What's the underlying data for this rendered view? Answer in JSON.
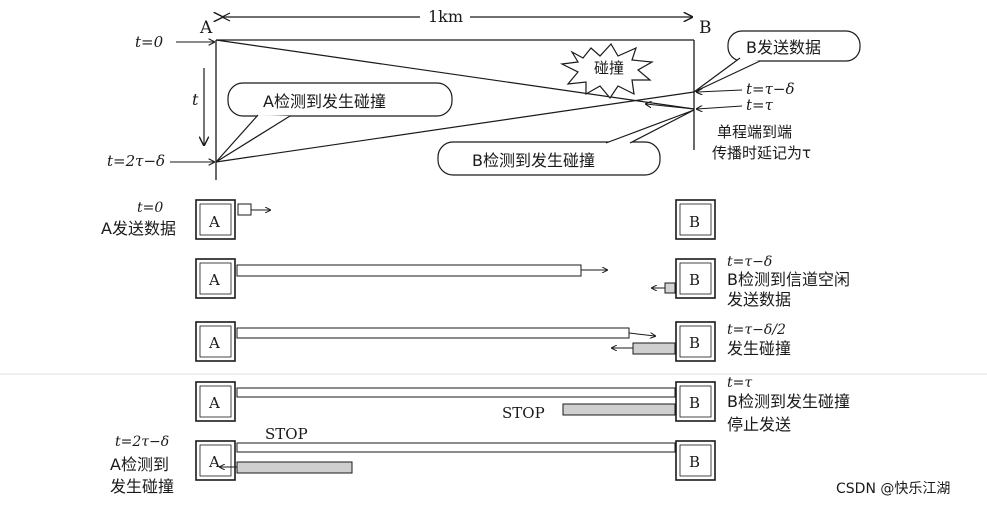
{
  "top": {
    "label_a": "A",
    "label_b": "B",
    "distance": "1km",
    "t0": "t=0",
    "t_axis": "t",
    "t2tau": "t=2τ−δ",
    "collision": "碰撞",
    "b_sends": "B发送数据",
    "a_detects": "A检测到发生碰撞",
    "b_detects": "B检测到发生碰撞",
    "t_tau_minus_delta": "t=τ−δ",
    "t_tau": "t=τ",
    "note_line1": "单程端到端",
    "note_line2": "传播时延记为τ"
  },
  "steps": [
    {
      "left_label": [
        "t=0",
        "A发送数据"
      ],
      "right_label": [],
      "stop_left": "",
      "stop_right": ""
    },
    {
      "left_label": [],
      "right_label": [
        "t=τ−δ",
        "B检测到信道空闲",
        "发送数据"
      ],
      "stop_left": "",
      "stop_right": ""
    },
    {
      "left_label": [],
      "right_label": [
        "t=τ−δ/2",
        "发生碰撞"
      ],
      "stop_left": "",
      "stop_right": ""
    },
    {
      "left_label": [],
      "right_label": [
        "t=τ",
        "B检测到发生碰撞",
        "停止发送"
      ],
      "stop_left": "",
      "stop_right": "STOP"
    },
    {
      "left_label": [
        "t=2τ−δ",
        "A检测到",
        "发生碰撞"
      ],
      "right_label": [],
      "stop_left": "STOP",
      "stop_right": ""
    }
  ],
  "station_a": "A",
  "station_b": "B",
  "watermark": "CSDN @快乐江湖"
}
